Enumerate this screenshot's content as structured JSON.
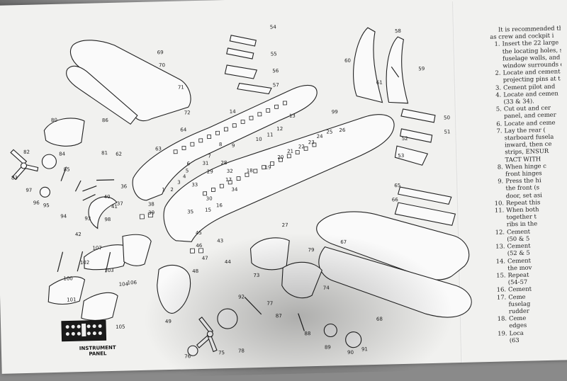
{
  "document": {
    "instructions_intro": [
      "It is recommended tha",
      "as crew and cockpit i"
    ],
    "steps": [
      {
        "num": "1.",
        "text": "Insert the 22 large"
      },
      {
        "num": "",
        "text": "the locating holes, so"
      },
      {
        "num": "",
        "text": "fuselage walls, and"
      },
      {
        "num": "",
        "text": "window surrounds or"
      },
      {
        "num": "2.",
        "text": "Locate and cement"
      },
      {
        "num": "",
        "text": "projecting pins at t"
      },
      {
        "num": "3.",
        "text": "Cement pilot and"
      },
      {
        "num": "4.",
        "text": "Locate and cemen"
      },
      {
        "num": "",
        "text": "(33 & 34)."
      },
      {
        "num": "5.",
        "text": "Cut out and cer"
      },
      {
        "num": "",
        "text": "panel, and cemer"
      },
      {
        "num": "6.",
        "text": "Locate and ceme"
      },
      {
        "num": "7.",
        "text": "Lay the rear ("
      },
      {
        "num": "",
        "text": "starboard fusela"
      },
      {
        "num": "",
        "text": "inward, then ce"
      },
      {
        "num": "",
        "text": "strips, ENSUR"
      },
      {
        "num": "",
        "text": "TACT WITH"
      },
      {
        "num": "8.",
        "text": "When hinge c"
      },
      {
        "num": "",
        "text": "front hinges"
      },
      {
        "num": "9.",
        "text": "Press the hi"
      },
      {
        "num": "",
        "text": "the front (s"
      },
      {
        "num": "",
        "text": "door, set asi"
      },
      {
        "num": "10.",
        "text": "Repeat this"
      },
      {
        "num": "11.",
        "text": "When both"
      },
      {
        "num": "",
        "text": "together t"
      },
      {
        "num": "",
        "text": "ribs in the"
      },
      {
        "num": "12.",
        "text": "Cement"
      },
      {
        "num": "",
        "text": "(50 & 5"
      },
      {
        "num": "13.",
        "text": "Cement"
      },
      {
        "num": "",
        "text": "(52 & 5"
      },
      {
        "num": "14.",
        "text": "Cement"
      },
      {
        "num": "",
        "text": "the mov"
      },
      {
        "num": "15.",
        "text": "Repeat"
      },
      {
        "num": "",
        "text": "(54-57"
      },
      {
        "num": "16.",
        "text": "Cement"
      },
      {
        "num": "17.",
        "text": "Ceme"
      },
      {
        "num": "",
        "text": "fuselag"
      },
      {
        "num": "",
        "text": "rudder"
      },
      {
        "num": "18.",
        "text": "Ceme"
      },
      {
        "num": "",
        "text": "edges"
      },
      {
        "num": "19.",
        "text": "Loca"
      },
      {
        "num": "",
        "text": "(63"
      }
    ],
    "panel_label_line1": "INSTRUMENT",
    "panel_label_line2": "PANEL",
    "part_numbers": [
      "1",
      "2",
      "3",
      "4",
      "5",
      "6",
      "7",
      "8",
      "9",
      "10",
      "11",
      "12",
      "13",
      "14",
      "15",
      "16",
      "17",
      "18",
      "19",
      "20",
      "21",
      "22",
      "23",
      "24",
      "25",
      "26",
      "27",
      "28",
      "29",
      "30",
      "31",
      "32",
      "33",
      "34",
      "35",
      "36",
      "37",
      "38",
      "39",
      "40",
      "41",
      "42",
      "43",
      "44",
      "45",
      "46",
      "47",
      "48",
      "49",
      "50",
      "51",
      "52",
      "53",
      "54",
      "55",
      "56",
      "57",
      "58",
      "59",
      "60",
      "61",
      "62",
      "63",
      "64",
      "65",
      "66",
      "67",
      "68",
      "69",
      "70",
      "71",
      "72",
      "73",
      "74",
      "75",
      "76",
      "77",
      "78",
      "79",
      "80",
      "81",
      "82",
      "83",
      "84",
      "85",
      "86",
      "87",
      "88",
      "89",
      "90",
      "91",
      "92",
      "93",
      "94",
      "95",
      "96",
      "97",
      "98",
      "99",
      "100",
      "101",
      "102",
      "103",
      "104",
      "105",
      "106",
      "107"
    ]
  }
}
